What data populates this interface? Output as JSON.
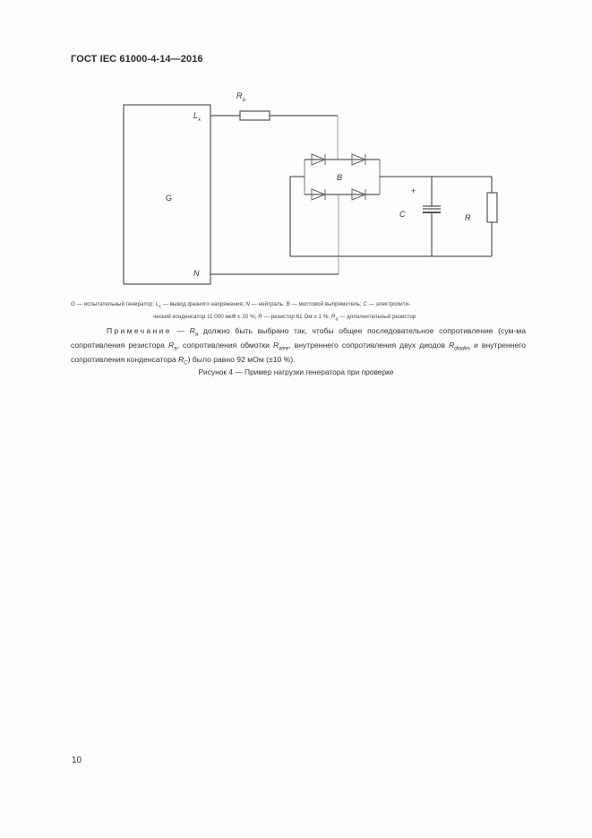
{
  "header": {
    "doc_code": "ГОСТ IEC 61000-4-14—2016"
  },
  "diagram": {
    "labels": {
      "generator": "G",
      "phase_output": "L",
      "phase_output_sub": "x",
      "neutral": "N",
      "extra_resistor": "R",
      "extra_resistor_sub": "a",
      "bridge": "B",
      "capacitor": "C",
      "capacitor_polarity": "+",
      "resistor": "R"
    },
    "line_color": "#555555"
  },
  "legend": {
    "line1": {
      "g_sym": "G",
      "g_text": " — испытательный генератор; ",
      "lx_sym": "L",
      "lx_sub": "x",
      "lx_text": " — вывод фазного напряжения; ",
      "n_sym": "N",
      "n_text": " — нейтраль; ",
      "b_sym": "B",
      "b_text": " — мостовой выпрямитель; ",
      "c_sym": "C",
      "c_text": " — электролити-"
    },
    "line2": {
      "text1": "ческий конденсатор 11 000 мкФ ± 20 %; ",
      "r_sym": "R",
      "r_text": " — резистор 61 Ом ± 1 %; ",
      "ra_sym": "R",
      "ra_sub": "a",
      "ra_text": " — дополнительный резистор"
    }
  },
  "note": {
    "label": "Примечание",
    "t1": " — ",
    "ra_sym": "R",
    "ra_sub": "a",
    "t2": " должно быть выбрано так, чтобы общее последовательное сопротивление (сум-ма сопротивления резистора ",
    "ra2_sym": "R",
    "ra2_sub": "a",
    "t3": ", сопротивления обмотки ",
    "rw_sym": "R",
    "rw_sub": "wire",
    "t4": ", внутреннего сопротивления двух диодов ",
    "rd_sym": "R",
    "rd_sub": "diodes",
    "t5": " и внутреннего сопротивления конденсатора ",
    "rc_sym": "R",
    "rc_sub": "C",
    "t6": ") было равно 92 мОм (±10 %)."
  },
  "caption": "Рисунок 4 — Пример нагрузки генератора при проверке",
  "page_number": "10"
}
